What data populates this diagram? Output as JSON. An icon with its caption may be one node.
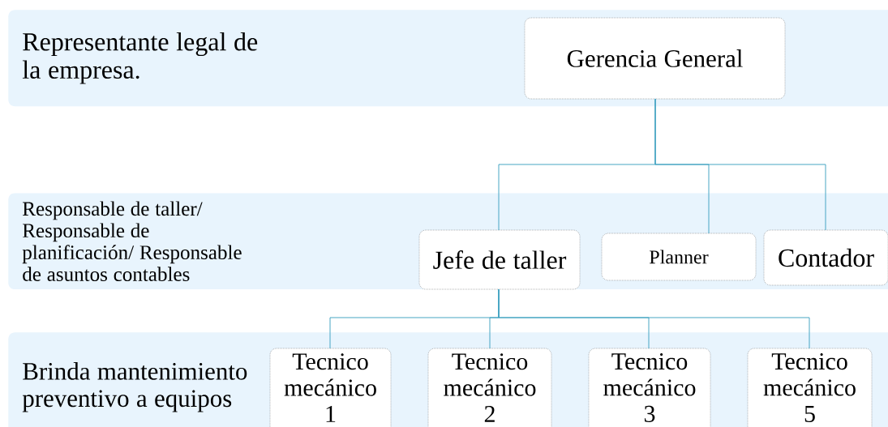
{
  "diagram": {
    "nodes": [
      {
        "text": [
          "Representante legal de la empresa."
        ]
      },
      {
        "text": [
          "Gerencia General"
        ],
        "in": 0
      },
      {
        "text": [
          "Responsable de taller/ Responsable de planificación/ Responsable de asuntos contables"
        ]
      },
      {
        "text": [
          "Jefe de taller"
        ],
        "in": 2
      },
      {
        "text": [
          "Planner"
        ],
        "in": 2
      },
      {
        "text": [
          "Contador"
        ],
        "in": 2
      },
      {
        "text": [
          "Brinda mantenimiento preventivo a equipos"
        ]
      },
      {
        "text": [
          "Tecnico mecánico 1"
        ],
        "in": 6
      },
      {
        "text": [
          "Tecnico mecánico 2"
        ],
        "in": 6
      },
      {
        "text": [
          "Tecnico mecánico 3"
        ],
        "in": 6
      },
      {
        "text": [
          "Tecnico mecánico 5"
        ],
        "in": 6
      }
    ],
    "edges": [
      {
        "from": 1,
        "to": 3,
        "arrow": "none"
      },
      {
        "from": 1,
        "to": 4,
        "arrow": "none"
      },
      {
        "from": 1,
        "to": 5,
        "arrow": "none"
      },
      {
        "from": 3,
        "to": 7,
        "arrow": "none"
      },
      {
        "from": 3,
        "to": 8,
        "arrow": "none"
      },
      {
        "from": 3,
        "to": 9,
        "arrow": "none"
      },
      {
        "from": 3,
        "to": 10,
        "arrow": "none"
      }
    ]
  }
}
